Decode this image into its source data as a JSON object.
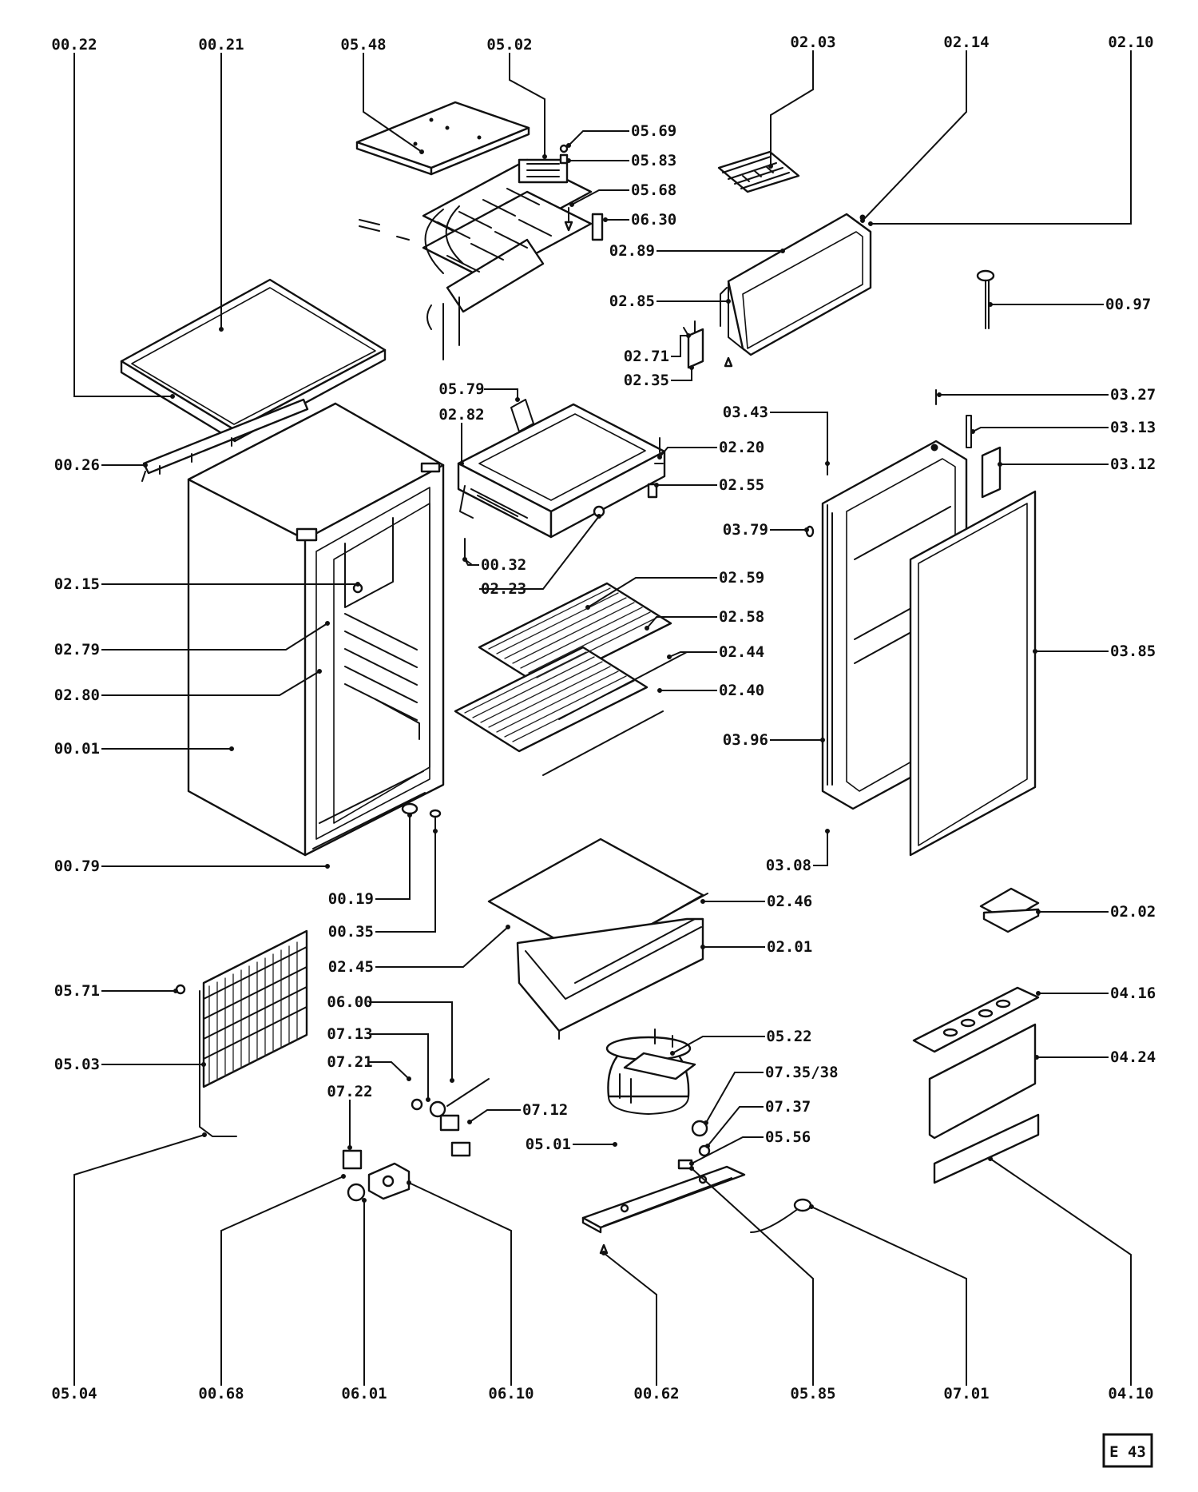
{
  "diagram": {
    "figure_code": "E 43",
    "labels": [
      "00.22",
      "00.21",
      "05.48",
      "05.02",
      "02.03",
      "02.14",
      "02.10",
      "05.69",
      "05.83",
      "05.68",
      "06.30",
      "02.89",
      "02.85",
      "00.97",
      "02.71",
      "02.35",
      "05.79",
      "02.82",
      "03.43",
      "03.27",
      "03.13",
      "02.20",
      "03.12",
      "00.26",
      "02.55",
      "03.79",
      "00.32",
      "02.23",
      "02.15",
      "02.59",
      "02.58",
      "02.79",
      "02.44",
      "03.85",
      "02.80",
      "02.40",
      "03.96",
      "00.01",
      "03.08",
      "00.79",
      "00.19",
      "02.46",
      "02.02",
      "00.35",
      "02.01",
      "02.45",
      "05.71",
      "06.00",
      "04.16",
      "07.13",
      "05.22",
      "05.03",
      "07.21",
      "07.35/38",
      "04.24",
      "07.22",
      "07.37",
      "07.12",
      "05.56",
      "05.01",
      "05.04",
      "00.68",
      "06.01",
      "06.10",
      "00.62",
      "05.85",
      "07.01",
      "04.10"
    ]
  }
}
